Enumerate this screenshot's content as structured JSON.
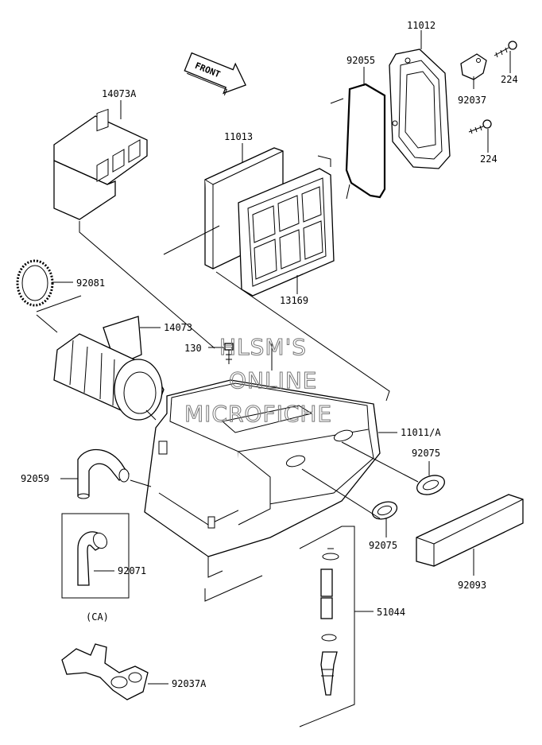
{
  "labels": {
    "p11012": "11012",
    "p92055": "92055",
    "p224a": "224",
    "p92037": "92037",
    "p224b": "224",
    "p14073A": "14073A",
    "p11013": "11013",
    "p13169": "13169",
    "p92081": "92081",
    "p14073": "14073",
    "p130": "130",
    "p11011A": "11011/A",
    "p92075a": "92075",
    "p92059": "92059",
    "p92075b": "92075",
    "p92071": "92071",
    "p51044": "51044",
    "p92093": "92093",
    "ca": "(CA)",
    "p92037A": "92037A"
  },
  "front_arrow": "FRONT",
  "watermark": [
    "HLSM'S",
    "ONLINE",
    "MICROFICHE"
  ]
}
